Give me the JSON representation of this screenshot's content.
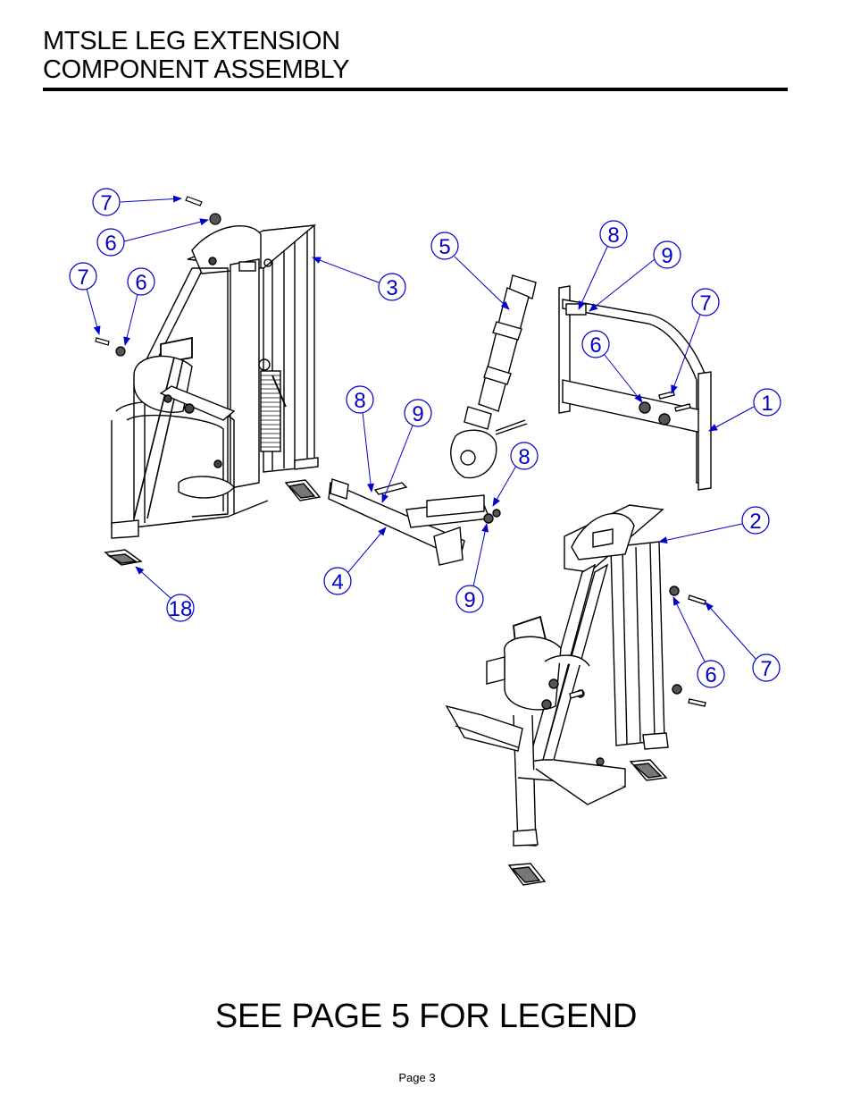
{
  "header": {
    "line1": "MTSLE LEG EXTENSION",
    "line2": "COMPONENT ASSEMBLY"
  },
  "callouts": [
    {
      "id": "c7a",
      "label": "7"
    },
    {
      "id": "c6a",
      "label": "6"
    },
    {
      "id": "c7b",
      "label": "7"
    },
    {
      "id": "c6b",
      "label": "6"
    },
    {
      "id": "c3",
      "label": "3"
    },
    {
      "id": "c5",
      "label": "5"
    },
    {
      "id": "c8a",
      "label": "8"
    },
    {
      "id": "c9a",
      "label": "9"
    },
    {
      "id": "c7c",
      "label": "7"
    },
    {
      "id": "c6c",
      "label": "6"
    },
    {
      "id": "c1",
      "label": "1"
    },
    {
      "id": "c8b",
      "label": "8"
    },
    {
      "id": "c9b",
      "label": "9"
    },
    {
      "id": "c8c",
      "label": "8"
    },
    {
      "id": "c4",
      "label": "4"
    },
    {
      "id": "c9c",
      "label": "9"
    },
    {
      "id": "c2",
      "label": "2"
    },
    {
      "id": "c18",
      "label": "18"
    },
    {
      "id": "c6d",
      "label": "6"
    },
    {
      "id": "c7d",
      "label": "7"
    }
  ],
  "footer": {
    "note": "SEE PAGE 5 FOR LEGEND",
    "page": "Page 3"
  },
  "colors": {
    "callout": "#0000c8",
    "line": "#000000"
  }
}
